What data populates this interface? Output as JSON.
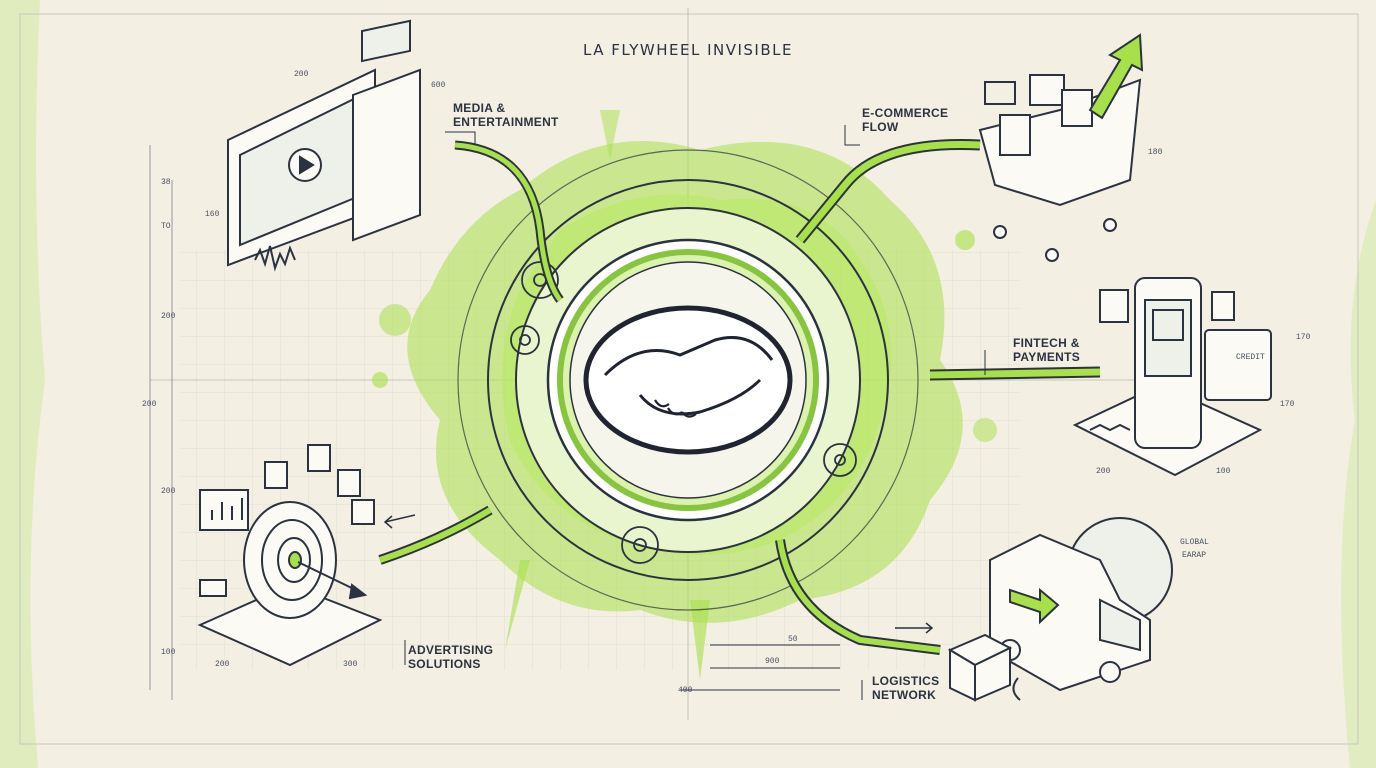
{
  "title": "LA FLYWHEEL INVISIBLE",
  "labels": {
    "media": [
      "MEDIA &",
      "ENTERTAINMENT"
    ],
    "ecommerce": [
      "E-COMMERCE",
      "FLOW"
    ],
    "fintech": [
      "FINTECH &",
      "PAYMENTS"
    ],
    "advertising": [
      "ADVERTISING",
      "SOLUTIONS"
    ],
    "logistics": [
      "LOGISTICS",
      "NETWORK"
    ]
  },
  "card_text": "CREDIT",
  "globe_text": [
    "GLOBAL",
    "EARAP"
  ],
  "dimensions": {
    "d1": "200",
    "d2": "600",
    "d3": "38",
    "d4": "160",
    "d5": "TO",
    "d6": "200",
    "d7": "200",
    "d8": "100",
    "d9": "200",
    "d10": "300",
    "d11": "50",
    "d12": "900",
    "d13": "400",
    "d14": "180",
    "d15": "170",
    "d16": "200",
    "d17": "200",
    "d18": "170",
    "d19": "100"
  },
  "colors": {
    "paper": "#f3efe2",
    "ink": "#2b3240",
    "accent": "#9bdc2c",
    "accent_light": "#c9ee8a"
  }
}
